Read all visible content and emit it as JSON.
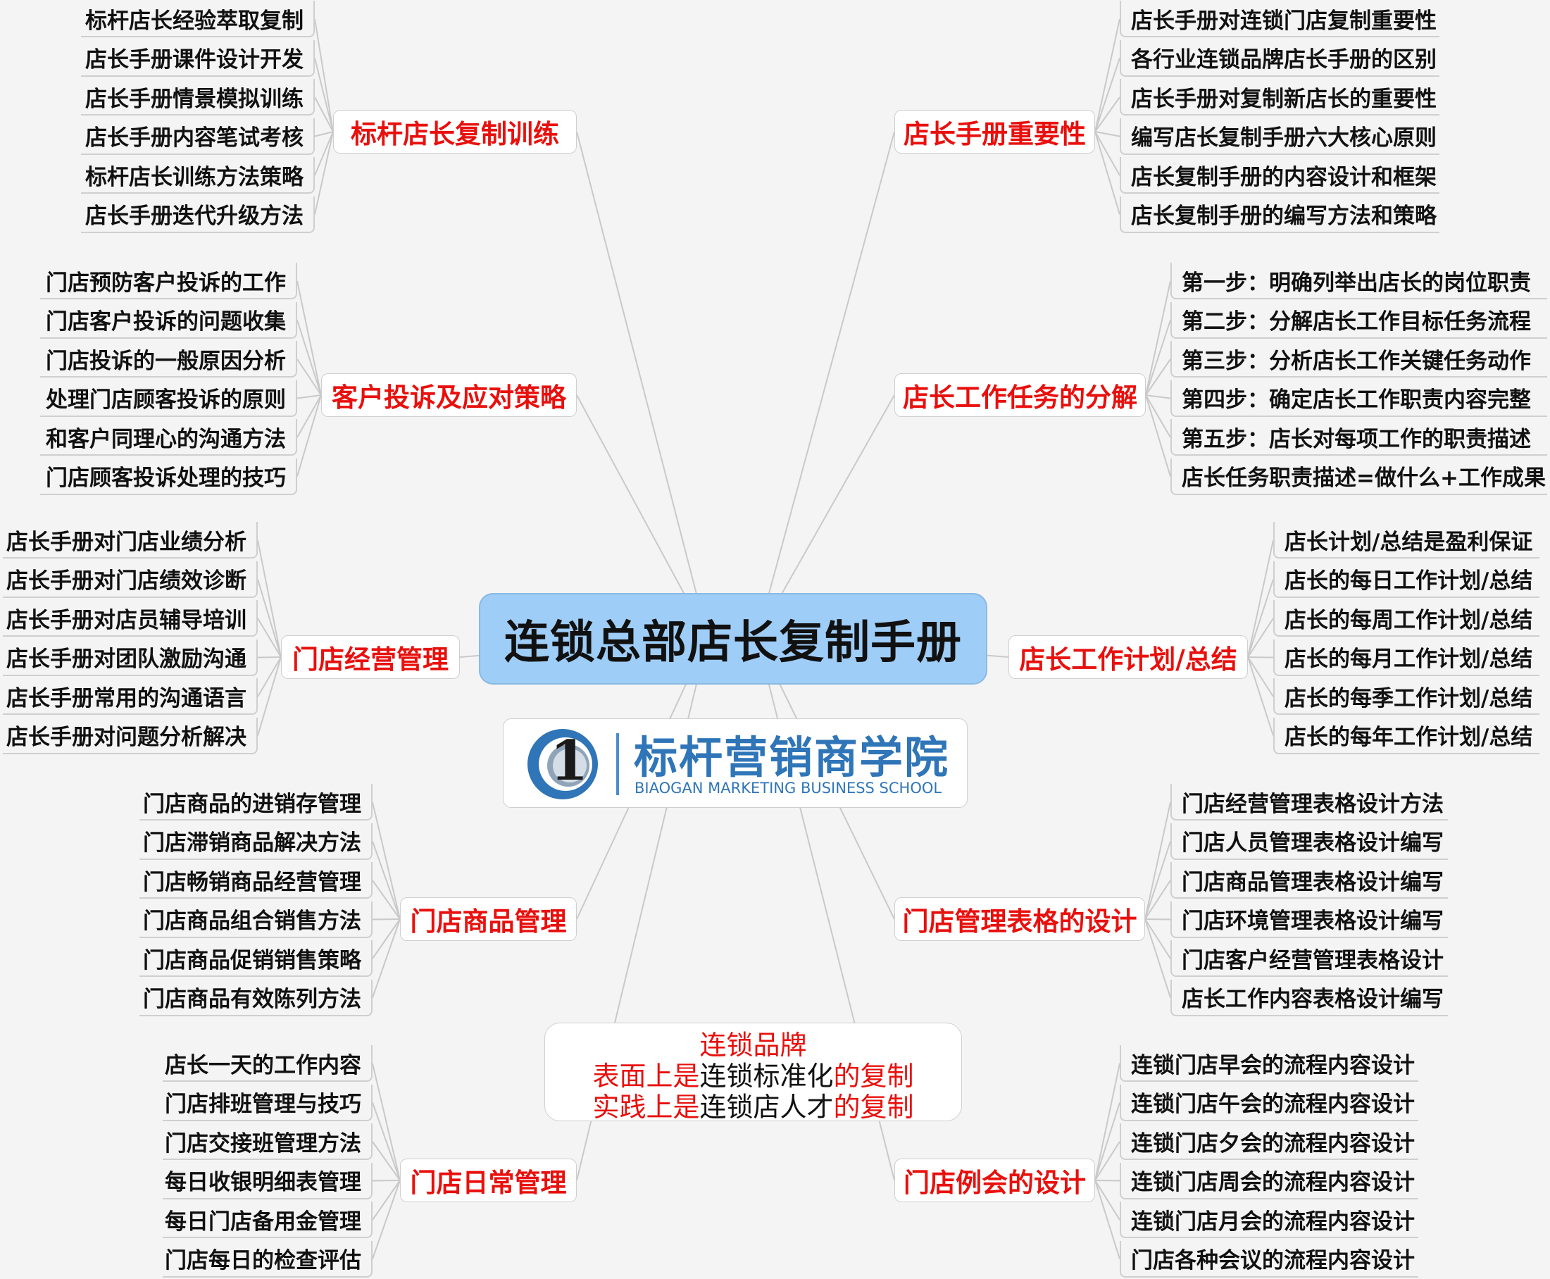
{
  "center": {
    "title": "连锁总部店长复制手册"
  },
  "logo": {
    "name_cn": "标杆营销商学院",
    "name_en": "BIAOGAN MARKETING BUSINESS SCHOOL",
    "icon_label": "1"
  },
  "slogan": {
    "line1": "连锁品牌",
    "line2": {
      "a": "表面上是",
      "b": "连锁标准化",
      "c": "的复制"
    },
    "line3": {
      "a": "实践上是",
      "b": "连锁店人才",
      "c": "的复制"
    }
  },
  "colors": {
    "topic_text": "#e8100d",
    "center_fill": "#9ecdf7",
    "logo_blue": "#2f75b8"
  },
  "branches": [
    {
      "id": "b1",
      "side": "left",
      "title": "标杆店长复制训练",
      "items": [
        "标杆店长经验萃取复制",
        "店长手册课件设计开发",
        "店长手册情景模拟训练",
        "店长手册内容笔试考核",
        "标杆店长训练方法策略",
        "店长手册迭代升级方法"
      ]
    },
    {
      "id": "b2",
      "side": "right",
      "title": "店长手册重要性",
      "items": [
        "店长手册对连锁门店复制重要性",
        "各行业连锁品牌店长手册的区别",
        "店长手册对复制新店长的重要性",
        "编写店长复制手册六大核心原则",
        "店长复制手册的内容设计和框架",
        "店长复制手册的编写方法和策略"
      ]
    },
    {
      "id": "b3",
      "side": "left",
      "title": "客户投诉及应对策略",
      "items": [
        "门店预防客户投诉的工作",
        "门店客户投诉的问题收集",
        "门店投诉的一般原因分析",
        "处理门店顾客投诉的原则",
        "和客户同理心的沟通方法",
        "门店顾客投诉处理的技巧"
      ]
    },
    {
      "id": "b4",
      "side": "right",
      "title": "店长工作任务的分解",
      "items": [
        "第一步：明确列举出店长的岗位职责",
        "第二步：分解店长工作目标任务流程",
        "第三步：分析店长工作关键任务动作",
        "第四步：确定店长工作职责内容完整",
        "第五步：店长对每项工作的职责描述",
        "店长任务职责描述=做什么+工作成果"
      ]
    },
    {
      "id": "b5",
      "side": "left",
      "title": "门店经营管理",
      "items": [
        "店长手册对门店业绩分析",
        "店长手册对门店绩效诊断",
        "店长手册对店员辅导培训",
        "店长手册对团队激励沟通",
        "店长手册常用的沟通语言",
        "店长手册对问题分析解决"
      ]
    },
    {
      "id": "b6",
      "side": "right",
      "title": "店长工作计划/总结",
      "items": [
        "店长计划/总结是盈利保证",
        "店长的每日工作计划/总结",
        "店长的每周工作计划/总结",
        "店长的每月工作计划/总结",
        "店长的每季工作计划/总结",
        "店长的每年工作计划/总结"
      ]
    },
    {
      "id": "b7",
      "side": "left",
      "title": "门店商品管理",
      "items": [
        "门店商品的进销存管理",
        "门店滞销商品解决方法",
        "门店畅销商品经营管理",
        "门店商品组合销售方法",
        "门店商品促销销售策略",
        "门店商品有效陈列方法"
      ]
    },
    {
      "id": "b8",
      "side": "right",
      "title": "门店管理表格的设计",
      "items": [
        "门店经营管理表格设计方法",
        "门店人员管理表格设计编写",
        "门店商品管理表格设计编写",
        "门店环境管理表格设计编写",
        "门店客户经营管理表格设计",
        "店长工作内容表格设计编写"
      ]
    },
    {
      "id": "b9",
      "side": "left",
      "title": "门店日常管理",
      "items": [
        "店长一天的工作内容",
        "门店排班管理与技巧",
        "门店交接班管理方法",
        "每日收银明细表管理",
        "每日门店备用金管理",
        "门店每日的检查评估"
      ]
    },
    {
      "id": "b10",
      "side": "right",
      "title": "门店例会的设计",
      "items": [
        "连锁门店早会的流程内容设计",
        "连锁门店午会的流程内容设计",
        "连锁门店夕会的流程内容设计",
        "连锁门店周会的流程内容设计",
        "连锁门店月会的流程内容设计",
        "门店各种会议的流程内容设计"
      ]
    }
  ]
}
